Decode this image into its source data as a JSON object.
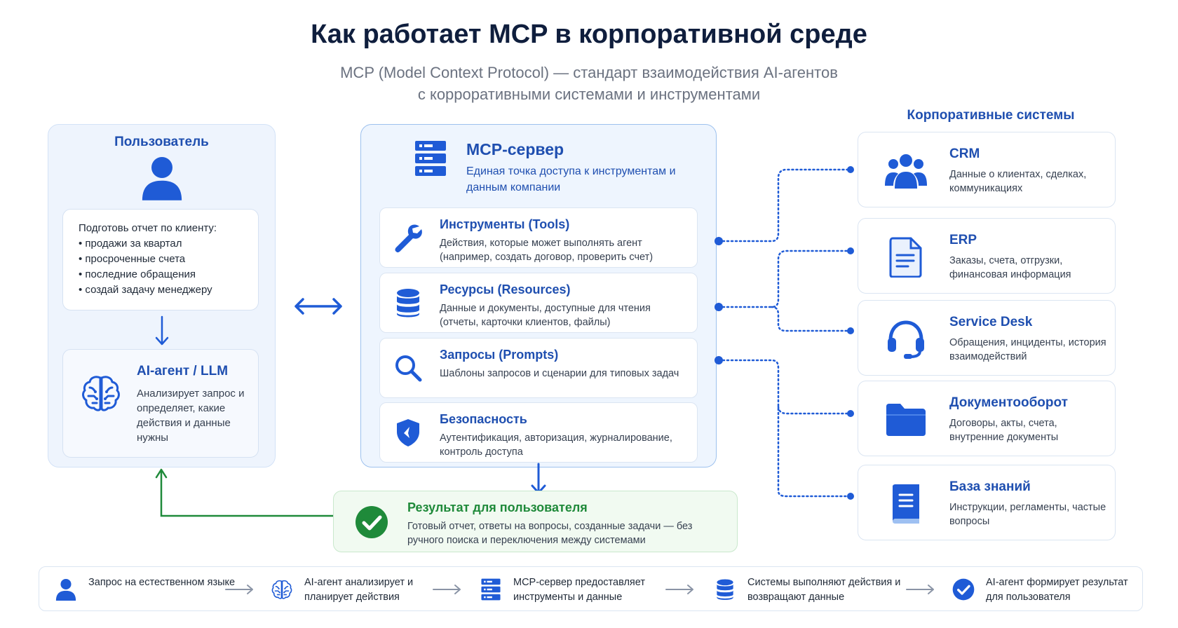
{
  "title": "Как работает MCP в корпоративной среде",
  "subtitle_line1": "MCP (Model Context Protocol) — стандарт взаимодействия AI-агентов",
  "subtitle_line2": "с корроративными системами и инструментами",
  "colors": {
    "primary": "#1f5bd6",
    "accent_green": "#1f8a3a",
    "panel_bg": "#eef4fd"
  },
  "user_panel": {
    "title": "Пользователь",
    "icon": "user-icon",
    "query_title": "Подготовь отчет по клиенту:",
    "query_items": [
      "продажи за квартал",
      "просроченные счета",
      "последние обращения",
      "создай задачу менеджеру"
    ],
    "agent": {
      "icon": "brain-icon",
      "title": "AI-агент / LLM",
      "desc": "Анализирует запрос и определяет, какие действия и данные нужны"
    }
  },
  "mcp_server": {
    "icon": "server-icon",
    "title": "MCP-сервер",
    "desc": "Единая точка доступа к инструментам и данным компании",
    "features": [
      {
        "icon": "wrench-icon",
        "title": "Инструменты (Tools)",
        "desc": "Действия, которые может выполнять агент (например, создать договор, проверить счет)"
      },
      {
        "icon": "database-icon",
        "title": "Ресурсы (Resources)",
        "desc": "Данные и документы, доступные для чтения (отчеты, карточки клиентов, файлы)"
      },
      {
        "icon": "search-icon",
        "title": "Запросы (Prompts)",
        "desc": "Шаблоны запросов и сценарии для типовых задач"
      },
      {
        "icon": "shield-icon",
        "title": "Безопасность",
        "desc": "Аутентификация, авторизация, журналирование, контроль доступа"
      }
    ]
  },
  "result": {
    "icon": "check-circle-icon",
    "title": "Результат для пользователя",
    "desc": "Готовый отчет, ответы на вопросы, созданные задачи — без ручного поиска и переключения между системами"
  },
  "systems": {
    "title": "Корпоративные системы",
    "items": [
      {
        "icon": "people-icon",
        "title": "CRM",
        "desc": "Данные о клиентах, сделках, коммуникациях"
      },
      {
        "icon": "document-icon",
        "title": "ERP",
        "desc": "Заказы, счета, отгрузки, финансовая информация"
      },
      {
        "icon": "headset-icon",
        "title": "Service Desk",
        "desc": "Обращения, инциденты, история взаимодействий"
      },
      {
        "icon": "folder-icon",
        "title": "Документооборот",
        "desc": "Договоры, акты, счета, внутренние документы"
      },
      {
        "icon": "book-icon",
        "title": "База знаний",
        "desc": "Инструкции, регламенты, частые вопросы"
      }
    ]
  },
  "flow": [
    {
      "icon": "user-icon",
      "text": "Запрос на естественном языке"
    },
    {
      "icon": "brain-icon",
      "text": "AI-агент анализирует и планирует действия"
    },
    {
      "icon": "server-icon",
      "text": "MCP-сервер предоставляет инструменты и данные"
    },
    {
      "icon": "database-icon",
      "text": "Системы выполняют действия и возвращают данные"
    },
    {
      "icon": "check-circle-icon",
      "text": "AI-агент формирует результат для пользователя"
    }
  ]
}
